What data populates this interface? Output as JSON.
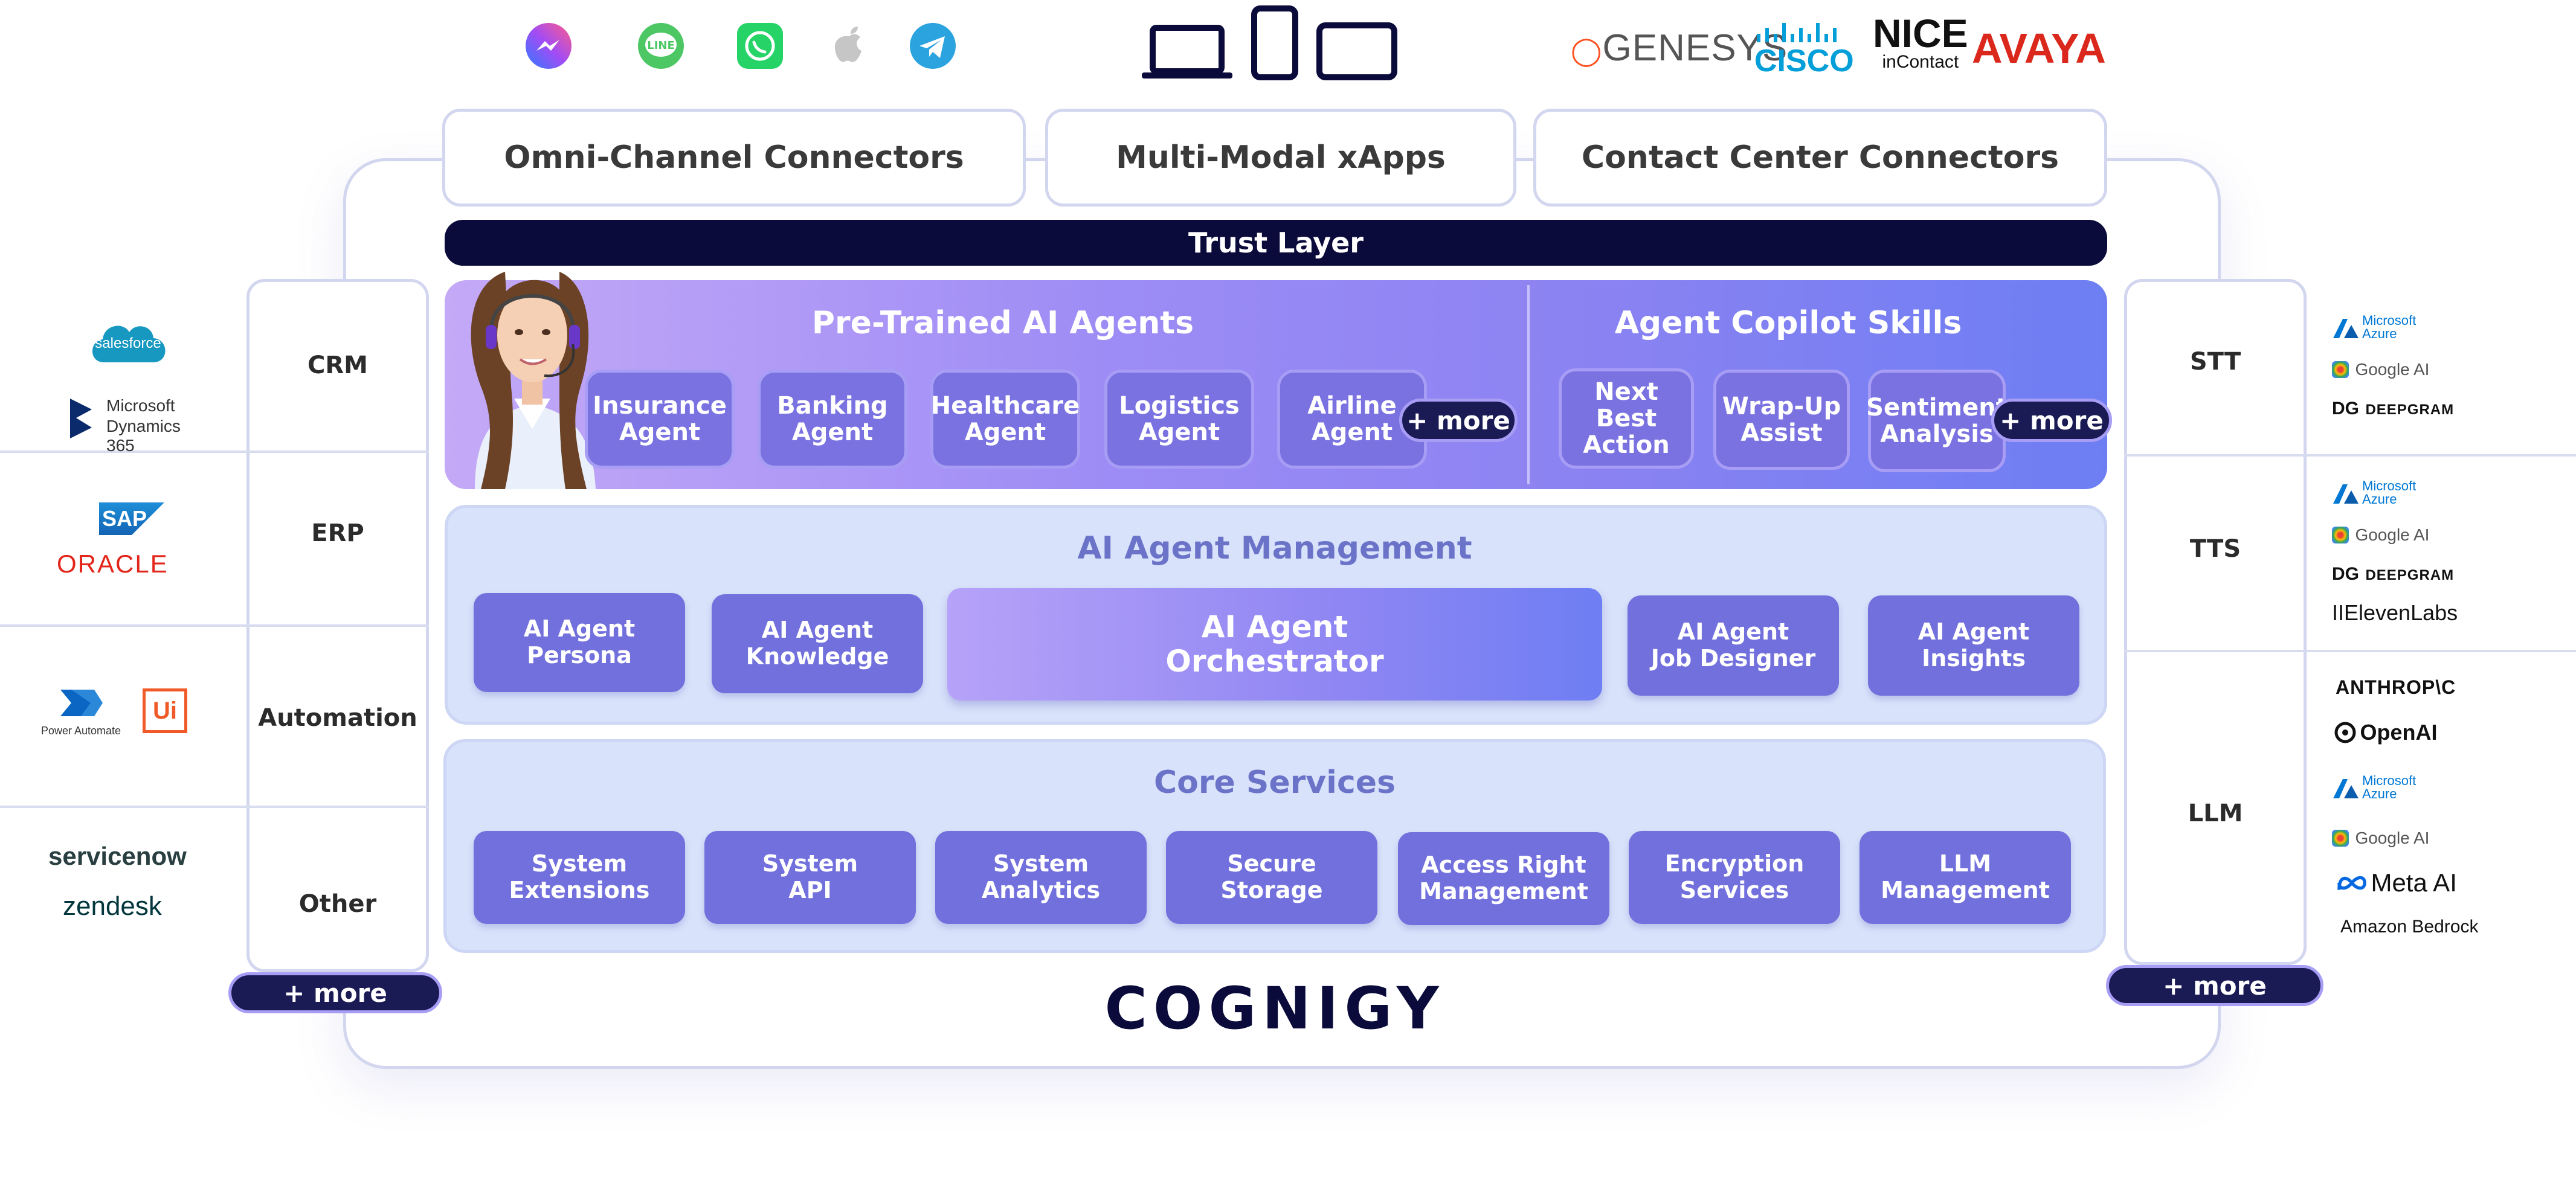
{
  "channels": [
    {
      "name": "messenger-icon",
      "color": "#7b5cf5"
    },
    {
      "name": "line-icon",
      "color": "#4cc764"
    },
    {
      "name": "whatsapp-icon",
      "color": "#25d366"
    },
    {
      "name": "apple-icon",
      "color": "#c6c6c6"
    },
    {
      "name": "telegram-icon",
      "color": "#2aa3de"
    }
  ],
  "devices": [
    "laptop-icon",
    "phone-icon",
    "tablet-icon"
  ],
  "vendors": {
    "genesys": "GENESYS",
    "cisco": "CISCO",
    "nice": "NICE",
    "nice_sub": "inContact",
    "avaya": "AVAYA"
  },
  "connectors": {
    "omni": "Omni-Channel Connectors",
    "xapps": "Multi-Modal xApps",
    "contact": "Contact Center Connectors"
  },
  "trust_layer": "Trust Layer",
  "pretrained": {
    "title": "Pre-Trained AI Agents",
    "agents": [
      {
        "line1": "Insurance",
        "line2": "Agent"
      },
      {
        "line1": "Banking",
        "line2": "Agent"
      },
      {
        "line1": "Healthcare",
        "line2": "Agent"
      },
      {
        "line1": "Logistics",
        "line2": "Agent"
      },
      {
        "line1": "Airline",
        "line2": "Agent"
      }
    ],
    "more": "+ more"
  },
  "copilot": {
    "title": "Agent Copilot Skills",
    "skills": [
      {
        "line1": "Next Best",
        "line2": "Action"
      },
      {
        "line1": "Wrap-Up",
        "line2": "Assist"
      },
      {
        "line1": "Sentiment",
        "line2": "Analysis"
      }
    ],
    "more": "+ more"
  },
  "management": {
    "title": "AI Agent Management",
    "items": [
      {
        "line1": "AI Agent",
        "line2": "Persona"
      },
      {
        "line1": "AI Agent",
        "line2": "Knowledge"
      },
      {
        "line1": "AI Agent",
        "line2": "Orchestrator"
      },
      {
        "line1": "AI Agent",
        "line2": "Job Designer"
      },
      {
        "line1": "AI Agent",
        "line2": "Insights"
      }
    ]
  },
  "core": {
    "title": "Core Services",
    "items": [
      {
        "line1": "System",
        "line2": "Extensions"
      },
      {
        "line1": "System",
        "line2": "API"
      },
      {
        "line1": "System",
        "line2": "Analytics"
      },
      {
        "line1": "Secure",
        "line2": "Storage"
      },
      {
        "line1": "Access Right",
        "line2": "Management"
      },
      {
        "line1": "Encryption",
        "line2": "Services"
      },
      {
        "line1": "LLM",
        "line2": "Management"
      }
    ]
  },
  "left": {
    "rows": [
      "CRM",
      "ERP",
      "Automation",
      "Other"
    ],
    "more": "+ more",
    "logos": {
      "salesforce": "salesforce",
      "dynamics1": "Microsoft",
      "dynamics2": "Dynamics 365",
      "sap": "SAP",
      "oracle": "ORACLE",
      "power_automate": "Power Automate",
      "uipath": "Ui",
      "servicenow": "servicenow",
      "zendesk": "zendesk"
    }
  },
  "right": {
    "rows": [
      "STT",
      "TTS",
      "LLM"
    ],
    "more": "+ more",
    "logos": {
      "ms1": "Microsoft",
      "ms2": "Azure",
      "google": "Google AI",
      "deepgram": "DEEPGRAM",
      "eleven": "IIElevenLabs",
      "anthropic": "ANTHROP\\C",
      "openai": "OpenAI",
      "meta": "Meta AI",
      "bedrock": "Amazon Bedrock"
    }
  },
  "brand": "COGNIGY",
  "colors": {
    "navy": "#0b0b3b",
    "chip": "#7270dc",
    "panel_light": "#d8e2fa",
    "frame": "#d2d6ee",
    "oracle_red": "#e3261b",
    "avaya_red": "#da291c",
    "cisco_blue": "#049fd9",
    "ms_blue": "#0078d4"
  }
}
